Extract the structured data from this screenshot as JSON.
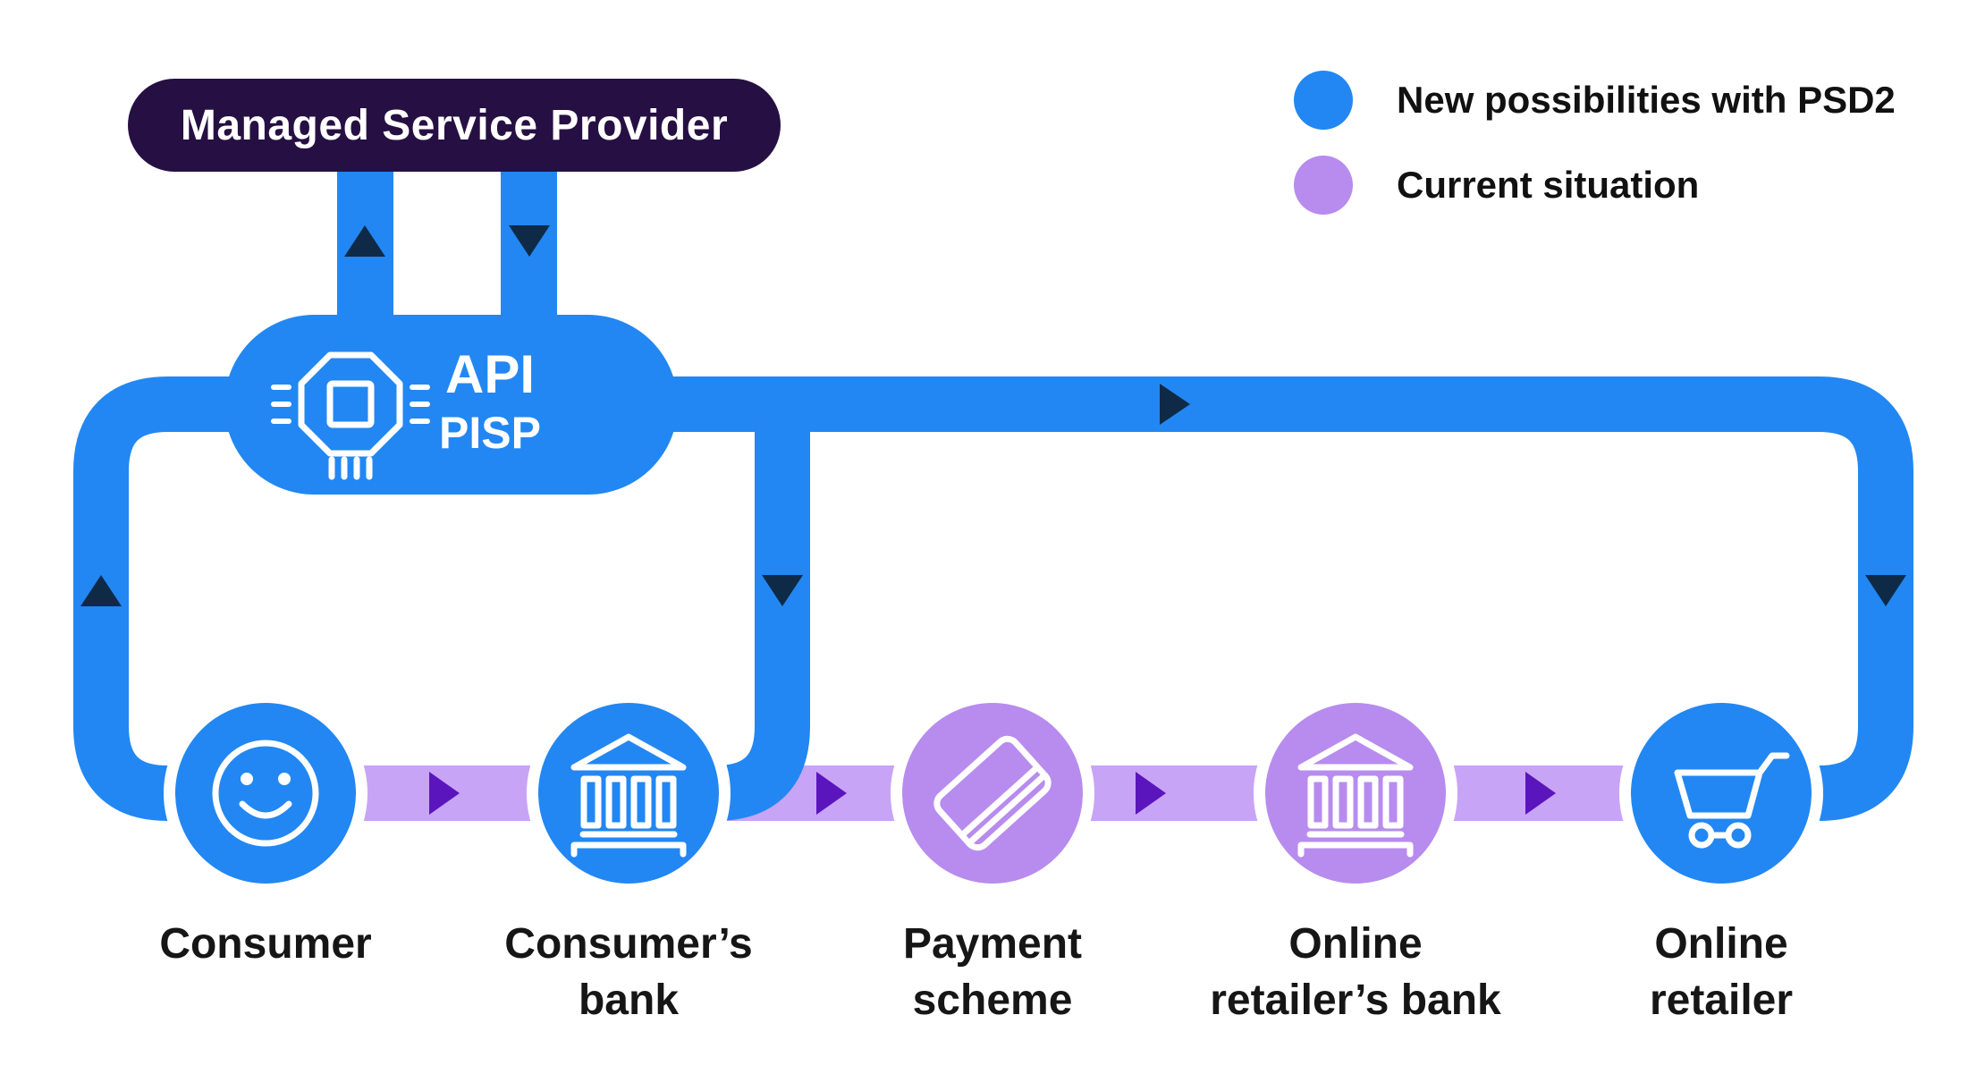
{
  "msp_badge": {
    "label": "Managed Service Provider"
  },
  "api_node": {
    "title": "API",
    "subtitle": "PISP",
    "icon": "chip-icon"
  },
  "legend": {
    "items": [
      {
        "label": "New possibilities with PSD2",
        "color": "#2287F2"
      },
      {
        "label": "Current situation",
        "color": "#B78CEE"
      }
    ]
  },
  "entities": [
    {
      "name": "Consumer",
      "lines": [
        "Consumer",
        ""
      ],
      "icon": "smiley-face-icon",
      "category": "New possibilities with PSD2"
    },
    {
      "name": "Consumer’s bank",
      "lines": [
        "Consumer’s",
        "bank"
      ],
      "icon": "bank-icon",
      "category": "New possibilities with PSD2"
    },
    {
      "name": "Payment scheme",
      "lines": [
        "Payment",
        "scheme"
      ],
      "icon": "credit-card-icon",
      "category": "Current situation"
    },
    {
      "name": "Online retailer’s bank",
      "lines": [
        "Online",
        "retailer’s bank"
      ],
      "icon": "bank-icon",
      "category": "Current situation"
    },
    {
      "name": "Online retailer",
      "lines": [
        "Online",
        "retailer"
      ],
      "icon": "shopping-cart-icon",
      "category": "New possibilities with PSD2"
    }
  ],
  "colors": {
    "flow_blue": "#2287F2",
    "current_band_purple": "#C8A4F6",
    "entity_circle_purple": "#B78CEE",
    "arrow_navy": "#0E2A47",
    "arrow_violet": "#5B15BD",
    "msp_badge_bg": "#261043",
    "label_text": "#161616"
  }
}
